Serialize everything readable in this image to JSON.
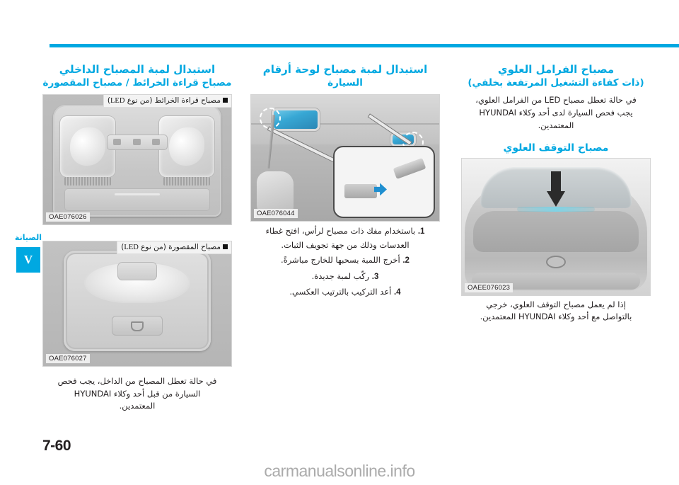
{
  "meta": {
    "page_number": "7-60",
    "chapter_tab_letter": "V",
    "chapter_tab_label": "الصيانة",
    "watermark": "carmanualsonline.info",
    "accent_color": "#00a8e1",
    "text_color": "#231f20"
  },
  "left_column": {
    "title": "استبدال لمبة المصباح الداخلي",
    "subtitle": "مصباح قراءة الخرائط / مصباح المقصورة",
    "figure_map": {
      "badge_prefix": "مصباح قراءة الخرائط (من نوع",
      "badge_suffix": ")",
      "badge_ltr": "LED",
      "code": "OAE076026"
    },
    "figure_dome": {
      "badge_prefix": "مصباح المقصورة (من نوع",
      "badge_suffix": ")",
      "badge_ltr": "LED",
      "code": "OAE076027"
    },
    "note_line1": "في حالة تعطل المصباح من الداخل، يجب فحص",
    "note_line2": "السيارة من قبل أحد وكلاء HYUNDAI",
    "note_line3": "المعتمدين."
  },
  "middle_column": {
    "title_line1": "استبدال لمبة مصباح لوحة أرقام",
    "title_line2": "السيارة",
    "figure": {
      "code": "OAE076044"
    },
    "steps": [
      {
        "num": "1.",
        "text": "باستخدام مفك ذات مصباح لرأس، افتح غطاء العدسات وذلك من جهة تجويف الثبات."
      },
      {
        "num": "2.",
        "text": "أخرج اللمبة بسحبها للخارج مباشرةً."
      },
      {
        "num": "3.",
        "text": "ركّب لمبة جديدة."
      },
      {
        "num": "4.",
        "text": "أعد التركيب بالترتيب العكسي."
      }
    ]
  },
  "right_column": {
    "title_line1": "مصباح الفرامل العلوي",
    "title_line2": "(ذات كفاءة التشغيل المرتفعة بخلفي)",
    "lead_line1": "في حالة تعطل مصباح LED من الفرامل العلوي،",
    "lead_line2": "يجب فحص السيارة لدى أحد وكلاء HYUNDAI",
    "lead_line3": "المعتمدين.",
    "sub_title": "مصباح التوقف العلوي",
    "figure": {
      "code": "OAEE076023"
    },
    "note_line1": "إذا لم يعمل مصباح التوقف العلوي، خرجي",
    "note_line2": "بالتواصل مع أحد وكلاء HYUNDAI المعتمدين."
  }
}
